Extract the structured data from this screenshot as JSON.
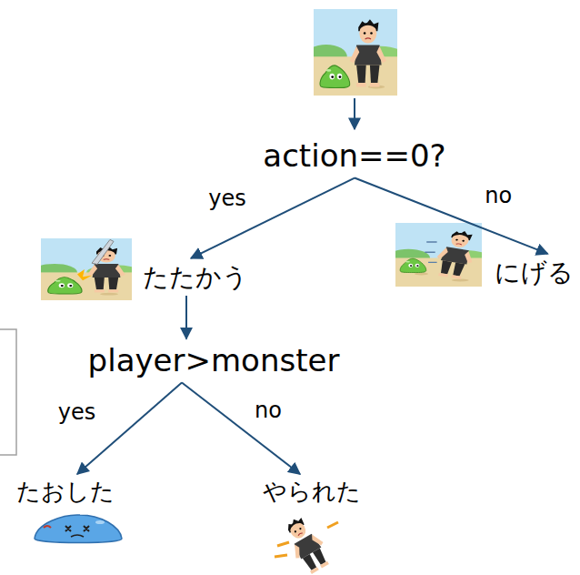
{
  "diagram": {
    "nodes": [
      {
        "text": [
          "action==0?"
        ]
      },
      {
        "text": [
          "たたかう"
        ]
      },
      {
        "text": [
          "にげる"
        ]
      },
      {
        "text": [
          "player>monster"
        ]
      },
      {
        "text": [
          "たおした"
        ]
      },
      {
        "text": [
          "やられた"
        ]
      }
    ],
    "edges": [
      {
        "from": 0,
        "to": 1,
        "arrow": "to",
        "label": "yes"
      },
      {
        "from": 0,
        "to": 2,
        "arrow": "to",
        "label": "no"
      },
      {
        "from": 1,
        "to": 3,
        "arrow": "to"
      },
      {
        "from": 3,
        "to": 4,
        "arrow": "to",
        "label": "yes"
      },
      {
        "from": 3,
        "to": 5,
        "arrow": "to",
        "label": "no"
      }
    ]
  }
}
